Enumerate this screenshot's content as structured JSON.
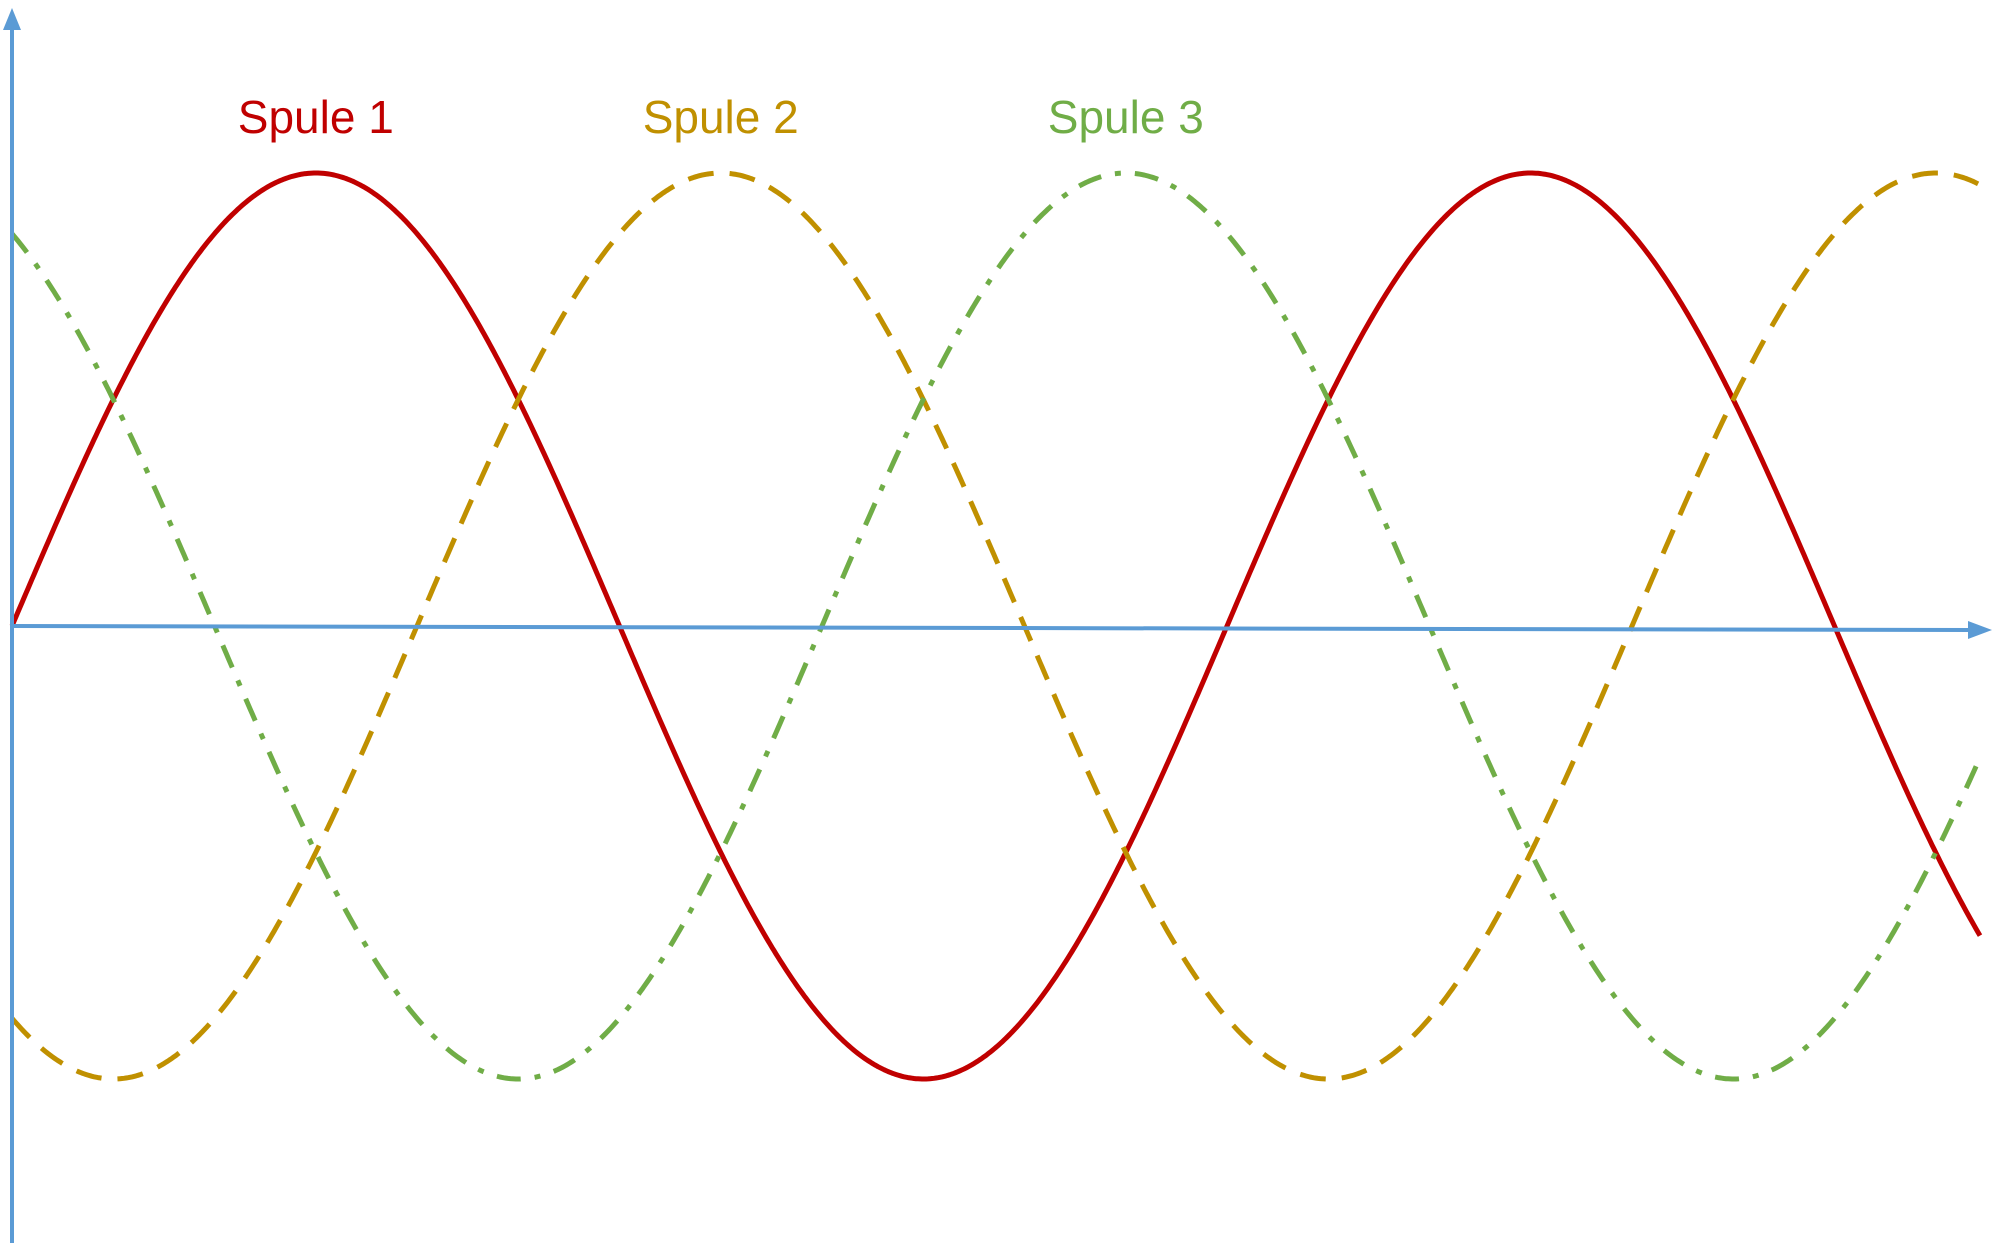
{
  "chart_data": {
    "type": "line",
    "title": "",
    "xlabel": "",
    "ylabel": "",
    "grid": false,
    "axis_color": "#5B9BD5",
    "x_range_periods": [
      0,
      1.62
    ],
    "y_range": [
      -1.0,
      1.0
    ],
    "series": [
      {
        "name": "Spule 1",
        "color": "#C00000",
        "style": "solid",
        "phase_deg": 0,
        "amplitude": 1
      },
      {
        "name": "Spule 2",
        "color": "#C09000",
        "style": "dashed",
        "phase_deg": 120,
        "amplitude": 1
      },
      {
        "name": "Spule 3",
        "color": "#70AD47",
        "style": "dash-dot",
        "phase_deg": 240,
        "amplitude": 1
      }
    ]
  }
}
